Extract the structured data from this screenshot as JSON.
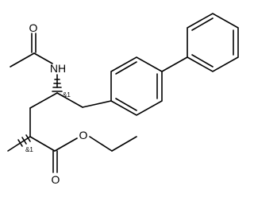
{
  "molecule": {
    "atom_labels": {
      "o_acetyl": "O",
      "nh": "NH",
      "o_ester_carbonyl": "O",
      "o_ester_ether": "O"
    },
    "stereo_labels": {
      "c4": "&1",
      "c2": "&1"
    }
  }
}
